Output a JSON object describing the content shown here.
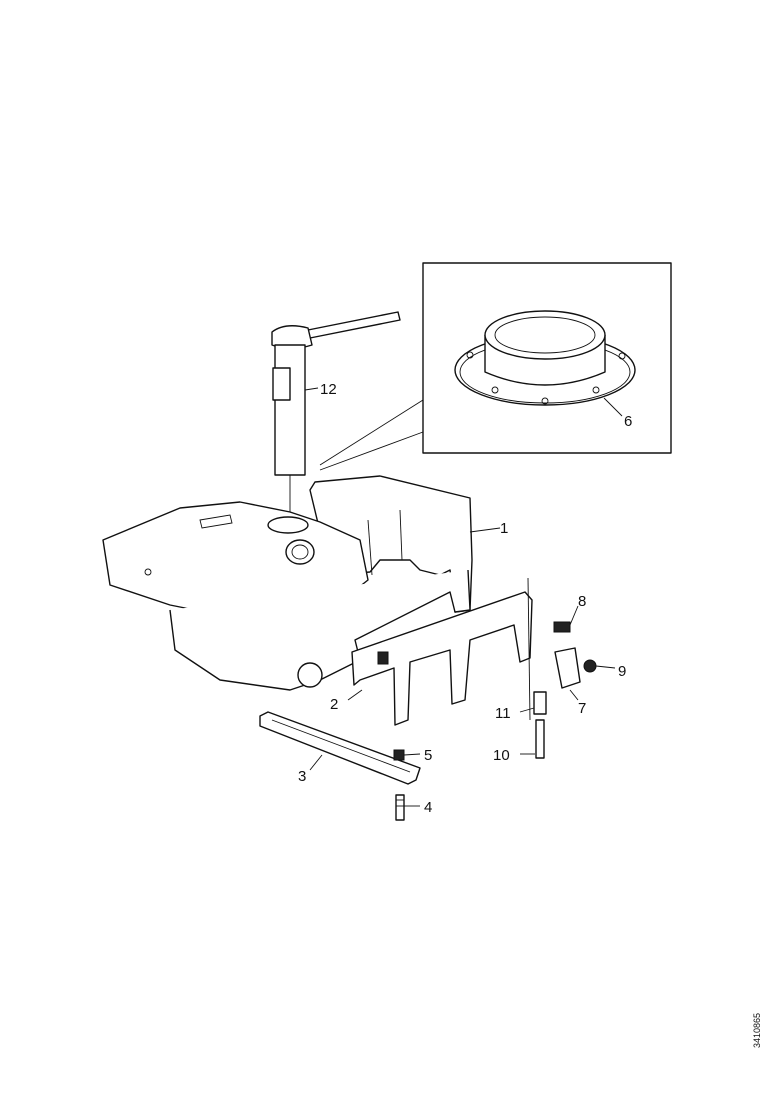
{
  "figure": {
    "reference_code": "3410865",
    "callouts": [
      {
        "id": "c1",
        "label": "1"
      },
      {
        "id": "c2",
        "label": "2"
      },
      {
        "id": "c3",
        "label": "3"
      },
      {
        "id": "c4",
        "label": "4"
      },
      {
        "id": "c5",
        "label": "5"
      },
      {
        "id": "c6",
        "label": "6"
      },
      {
        "id": "c7",
        "label": "7"
      },
      {
        "id": "c8",
        "label": "8"
      },
      {
        "id": "c9",
        "label": "9"
      },
      {
        "id": "c10",
        "label": "10"
      },
      {
        "id": "c11",
        "label": "11"
      },
      {
        "id": "c12",
        "label": "12"
      }
    ]
  }
}
